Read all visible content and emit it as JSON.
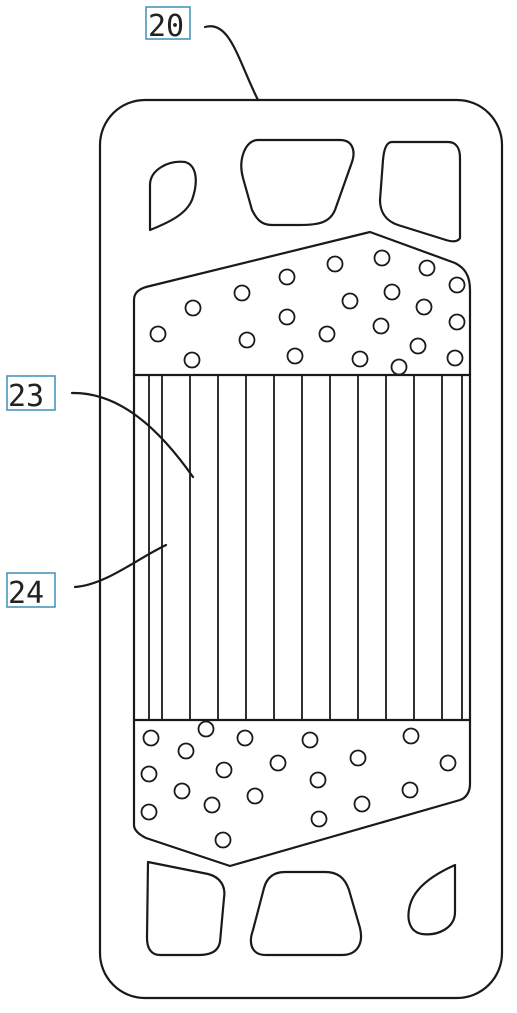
{
  "figure": {
    "labels": {
      "plate": "20",
      "channel_a": "23",
      "channel_b": "24"
    },
    "channel_count": 12
  }
}
